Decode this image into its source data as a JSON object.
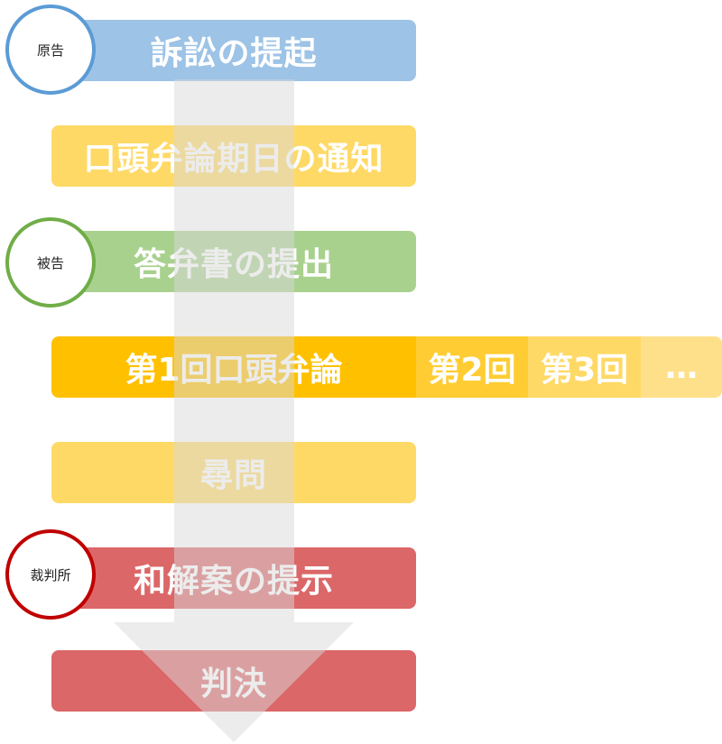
{
  "steps": [
    {
      "label": "訴訟の提起",
      "color": "#9dc3e6"
    },
    {
      "label": "口頭弁論期日の通知",
      "color": "#ffd966"
    },
    {
      "label": "答弁書の提出",
      "color": "#a9d18e"
    },
    {
      "label": "第1回口頭弁論",
      "color": "#ffc000"
    },
    {
      "label": "尋問",
      "color": "#ffd966"
    },
    {
      "label": "和解案の提示",
      "color": "#db6768"
    },
    {
      "label": "判決",
      "color": "#db6768"
    }
  ],
  "extra_sessions": [
    {
      "label": "第2回",
      "color": "#ffcd33"
    },
    {
      "label": "第3回",
      "color": "#ffd966"
    },
    {
      "label": "…",
      "color": "#ffe08a"
    }
  ],
  "actors": [
    {
      "label": "原告",
      "color": "#5b9bd5"
    },
    {
      "label": "被告",
      "color": "#70ad47"
    },
    {
      "label": "裁判所",
      "color": "#c00000"
    }
  ],
  "arrow_color": "#d9d9d9"
}
